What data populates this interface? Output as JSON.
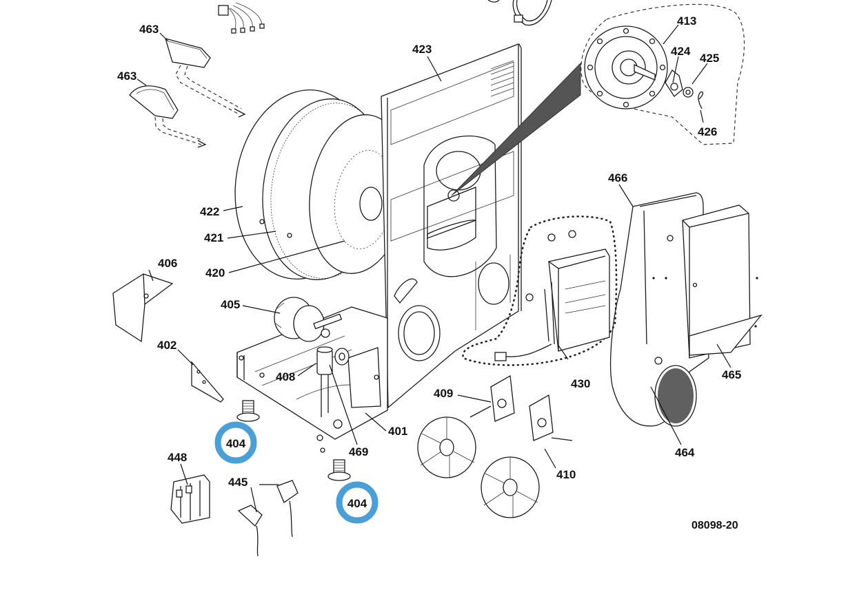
{
  "diagram": {
    "reference_code": "08098-20",
    "part_labels": {
      "p463a": "463",
      "p463b": "463",
      "p423": "423",
      "p413": "413",
      "p424": "424",
      "p425": "425",
      "p426": "426",
      "p466": "466",
      "p422": "422",
      "p421": "421",
      "p420": "420",
      "p406": "406",
      "p405": "405",
      "p402": "402",
      "p408": "408",
      "p430": "430",
      "p465": "465",
      "p409": "409",
      "p401": "401",
      "p469": "469",
      "p448": "448",
      "p445": "445",
      "p410": "410",
      "p464": "464"
    },
    "highlighted_labels": [
      "404",
      "404"
    ],
    "highlight_color": "#4a9fd6"
  }
}
